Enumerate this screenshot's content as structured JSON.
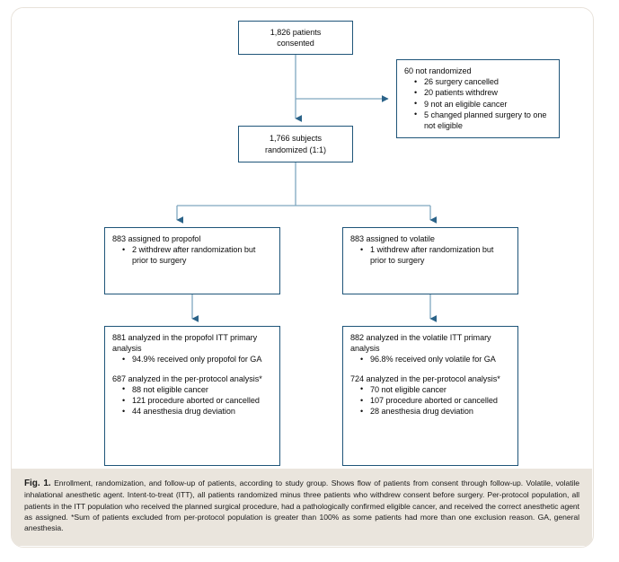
{
  "figure": {
    "label": "Fig. 1.",
    "caption": "Enrollment, randomization, and follow-up of patients, according to study group. Shows flow of patients from consent through follow-up. Volatile, volatile inhalational anesthetic agent. Intent-to-treat (ITT), all patients randomized minus three patients who withdrew consent before surgery. Per-protocol population, all patients in the ITT population who received the planned surgical procedure, had a pathologically confirmed eligible cancer, and received the correct anesthetic agent as assigned. *Sum of patients excluded from per-protocol population is greater than 100% as some patients had more than one exclusion reason. GA, general anesthesia."
  },
  "colors": {
    "box_border": "#1f5579",
    "connector": "#3b7398",
    "caption_background": "#eae5dd",
    "card_border": "#e8e2da",
    "canvas_background": "#ffffff"
  },
  "flow": {
    "consented": {
      "line1": "1,826 patients",
      "line2": "consented"
    },
    "not_randomized": {
      "heading": "60 not randomized",
      "items": [
        "26 surgery cancelled",
        "20 patients withdrew",
        "9 not an eligible cancer",
        "5 changed planned surgery to one not eligible"
      ]
    },
    "randomized": {
      "line1": "1,766 subjects",
      "line2": "randomized (1:1)"
    },
    "assigned_propofol": {
      "heading": "883 assigned to propofol",
      "items": [
        "2 withdrew after randomization but prior to surgery"
      ]
    },
    "assigned_volatile": {
      "heading": "883 assigned to volatile",
      "items": [
        "1 withdrew after randomization but prior to surgery"
      ]
    },
    "itt_propofol": {
      "heading": "881 analyzed in the propofol ITT primary analysis",
      "items": [
        "94.9% received only propofol for GA"
      ],
      "pp_heading": "687 analyzed in the per-protocol analysis*",
      "pp_items": [
        "88 not eligible cancer",
        "121 procedure aborted or cancelled",
        "44 anesthesia drug deviation"
      ]
    },
    "itt_volatile": {
      "heading": "882 analyzed in the volatile  ITT primary analysis",
      "items": [
        "96.8% received only volatile for GA"
      ],
      "pp_heading": "724 analyzed in the per-protocol analysis*",
      "pp_items": [
        "70 not eligible cancer",
        "107 procedure aborted or cancelled",
        "28 anesthesia drug deviation"
      ]
    }
  }
}
